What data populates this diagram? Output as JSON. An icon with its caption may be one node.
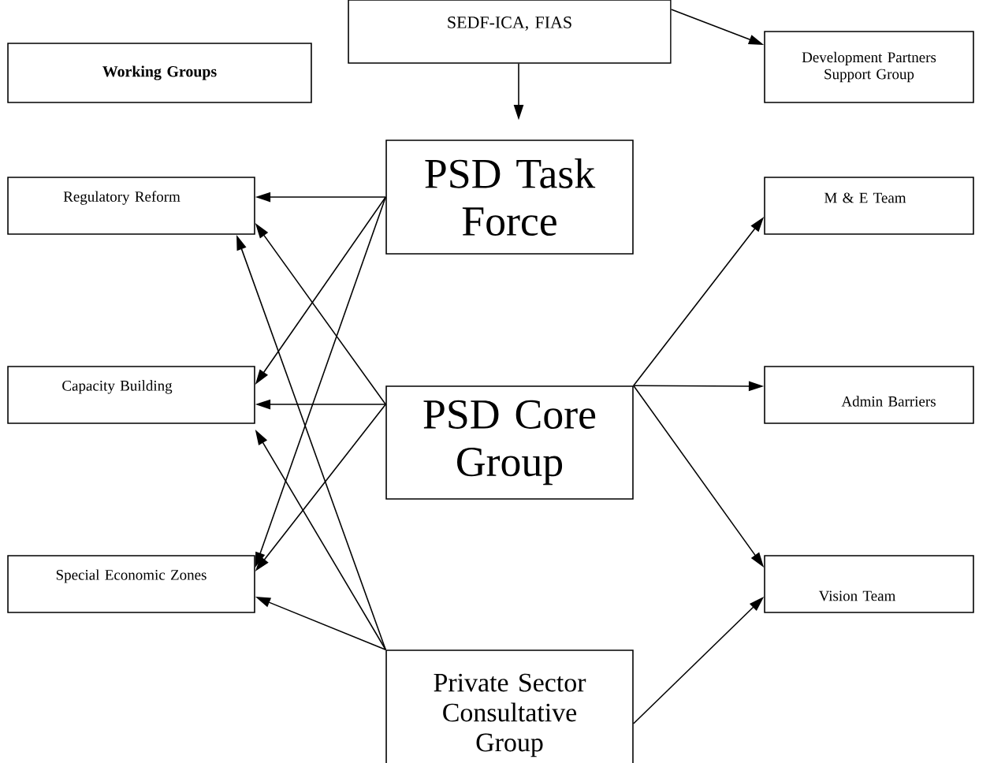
{
  "diagram": {
    "nodes": [
      {
        "text": [
          "Working Groups"
        ]
      },
      {
        "text": [
          "SEDF-ICA, FIAS"
        ]
      },
      {
        "text": [
          "Development Partners Support Group"
        ]
      },
      {
        "text": [
          "Regulatory Reform"
        ]
      },
      {
        "text": [
          "PSD Task Force"
        ]
      },
      {
        "text": [
          "M & E Team"
        ]
      },
      {
        "text": [
          "Capacity Building"
        ]
      },
      {
        "text": [
          "PSD Core Group"
        ]
      },
      {
        "text": [
          "Admin Barriers"
        ]
      },
      {
        "text": [
          "Special Economic Zones"
        ]
      },
      {
        "text": [
          "Vision Team"
        ]
      },
      {
        "text": [
          "Private Sector Consultative Group"
        ]
      }
    ],
    "edges": [
      {
        "from": 1,
        "to": 2,
        "arrow": "to"
      },
      {
        "from": 1,
        "to": 4,
        "arrow": "to"
      },
      {
        "from": 4,
        "to": 3,
        "arrow": "to"
      },
      {
        "from": 4,
        "to": 6,
        "arrow": "to"
      },
      {
        "from": 4,
        "to": 9,
        "arrow": "to"
      },
      {
        "from": 7,
        "to": 3,
        "arrow": "to"
      },
      {
        "from": 7,
        "to": 6,
        "arrow": "to"
      },
      {
        "from": 7,
        "to": 9,
        "arrow": "to"
      },
      {
        "from": 11,
        "to": 3,
        "arrow": "to"
      },
      {
        "from": 11,
        "to": 6,
        "arrow": "to"
      },
      {
        "from": 11,
        "to": 9,
        "arrow": "to"
      },
      {
        "from": 7,
        "to": 5,
        "arrow": "to"
      },
      {
        "from": 7,
        "to": 8,
        "arrow": "to"
      },
      {
        "from": 7,
        "to": 10,
        "arrow": "to"
      },
      {
        "from": 11,
        "to": 10,
        "arrow": "to"
      }
    ]
  }
}
